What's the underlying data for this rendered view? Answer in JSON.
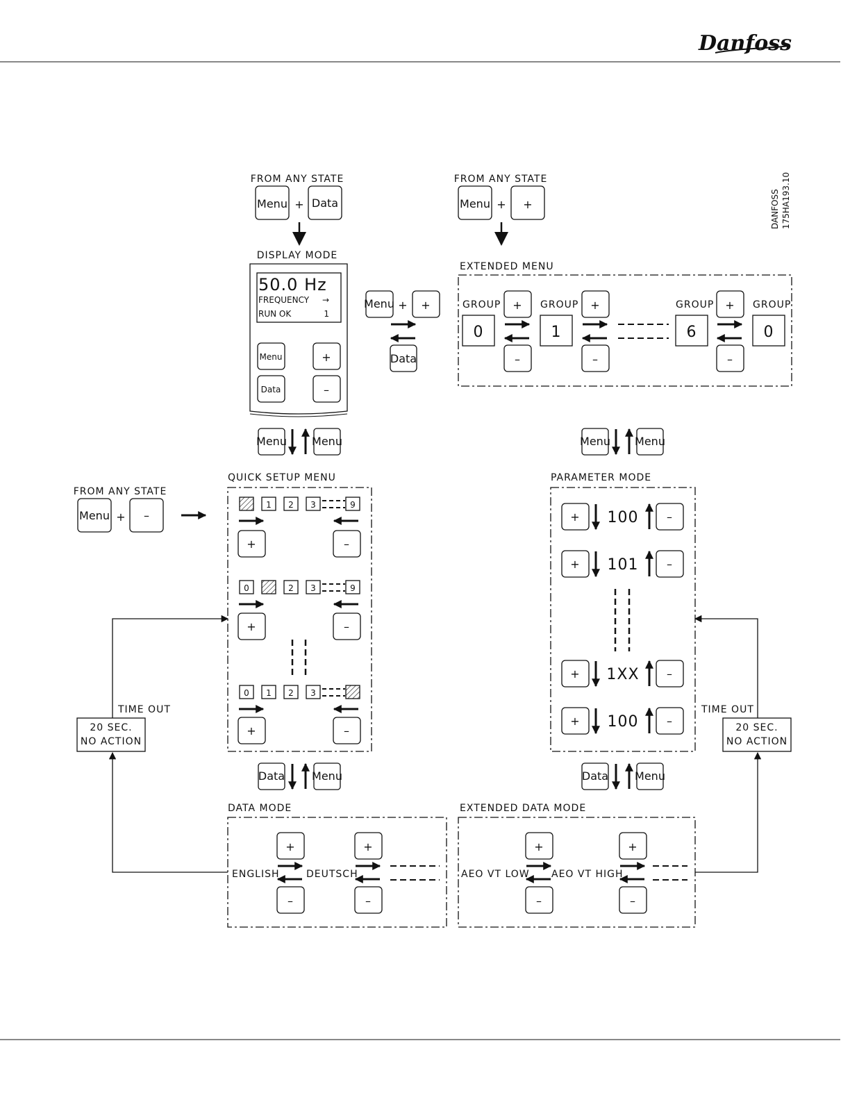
{
  "brand": "Danfoss",
  "drawing_id": [
    "DANFOSS",
    "175HA193.10"
  ],
  "from_any_state": "FROM ANY STATE",
  "keys": {
    "menu": "Menu",
    "data": "Data",
    "plus": "+",
    "minus": "–"
  },
  "display_mode": {
    "title": "DISPLAY MODE",
    "value": "50.0 Hz",
    "line1": "FREQUENCY",
    "line1_symbol": "→",
    "line2": "RUN OK",
    "line2_value": "1"
  },
  "extended_menu": {
    "title": "EXTENDED MENU",
    "group_label": "GROUP",
    "groups": [
      "0",
      "1",
      "6",
      "0"
    ]
  },
  "quick_setup": {
    "title": "QUICK SETUP MENU",
    "rows": [
      [
        "",
        "1",
        "2",
        "3",
        "9"
      ],
      [
        "0",
        "",
        "2",
        "3",
        "9"
      ],
      [
        "0",
        "1",
        "2",
        "3",
        ""
      ]
    ]
  },
  "parameter_mode": {
    "title": "PARAMETER MODE",
    "values": [
      "100",
      "101",
      "1XX",
      "100"
    ]
  },
  "data_mode": {
    "title": "DATA MODE",
    "options": [
      "ENGLISH",
      "DEUTSCH"
    ]
  },
  "extended_data_mode": {
    "title": "EXTENDED DATA MODE",
    "options": [
      "AEO VT LOW",
      "AEO VT HIGH"
    ]
  },
  "timeout": {
    "label": "TIME OUT",
    "line1": "20 SEC.",
    "line2": "NO ACTION"
  }
}
